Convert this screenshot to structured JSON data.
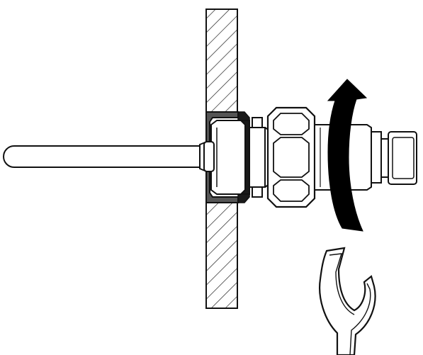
{
  "diagram": {
    "parts": [
      "mounting-wall",
      "sensor-probe-rod",
      "threaded-fitting",
      "sealing-washer",
      "hex-nut",
      "sensor-body",
      "connector-plug",
      "rotation-arrow",
      "open-end-wrench"
    ],
    "rotation_direction": "clockwise-upward",
    "colors": {
      "stroke": "#111111",
      "fill": "#ffffff",
      "seal": "#555555",
      "seal_dark": "#1a1a1a",
      "hatch": "#222222",
      "arrow": "#000000"
    }
  }
}
